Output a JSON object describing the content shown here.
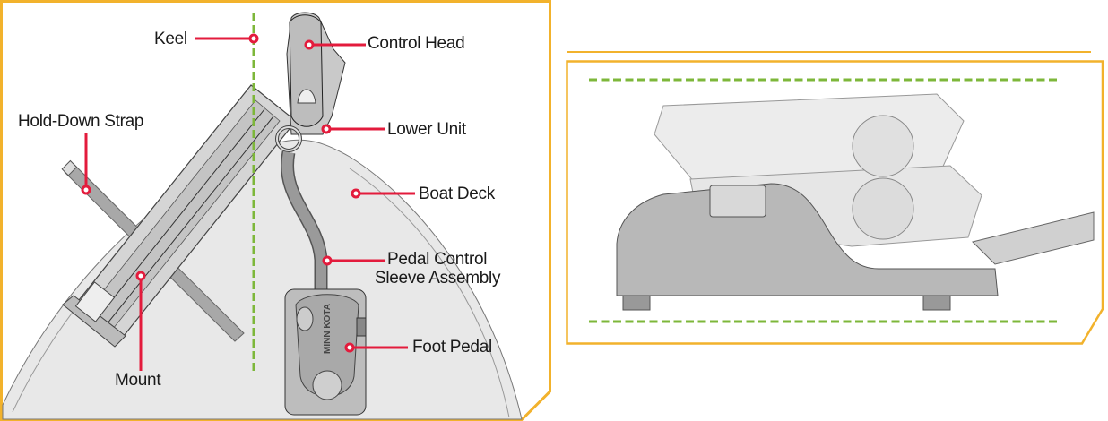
{
  "colors": {
    "frame": "#f2b22c",
    "leader": "#e31b3c",
    "guide": "#7db73a",
    "deck": "#e8e8e8",
    "part": "#b5b5b5"
  },
  "left_panel": {
    "labels": {
      "keel": "Keel",
      "control_head": "Control Head",
      "lower_unit": "Lower Unit",
      "boat_deck": "Boat Deck",
      "pedal_control_line1": "Pedal Control",
      "pedal_control_line2": "Sleeve Assembly",
      "foot_pedal": "Foot Pedal",
      "hold_down_strap": "Hold-Down Strap",
      "mount": "Mount"
    },
    "pedal_brand": "MINN KOTA"
  },
  "right_panel": {
    "description_hidden": ""
  }
}
